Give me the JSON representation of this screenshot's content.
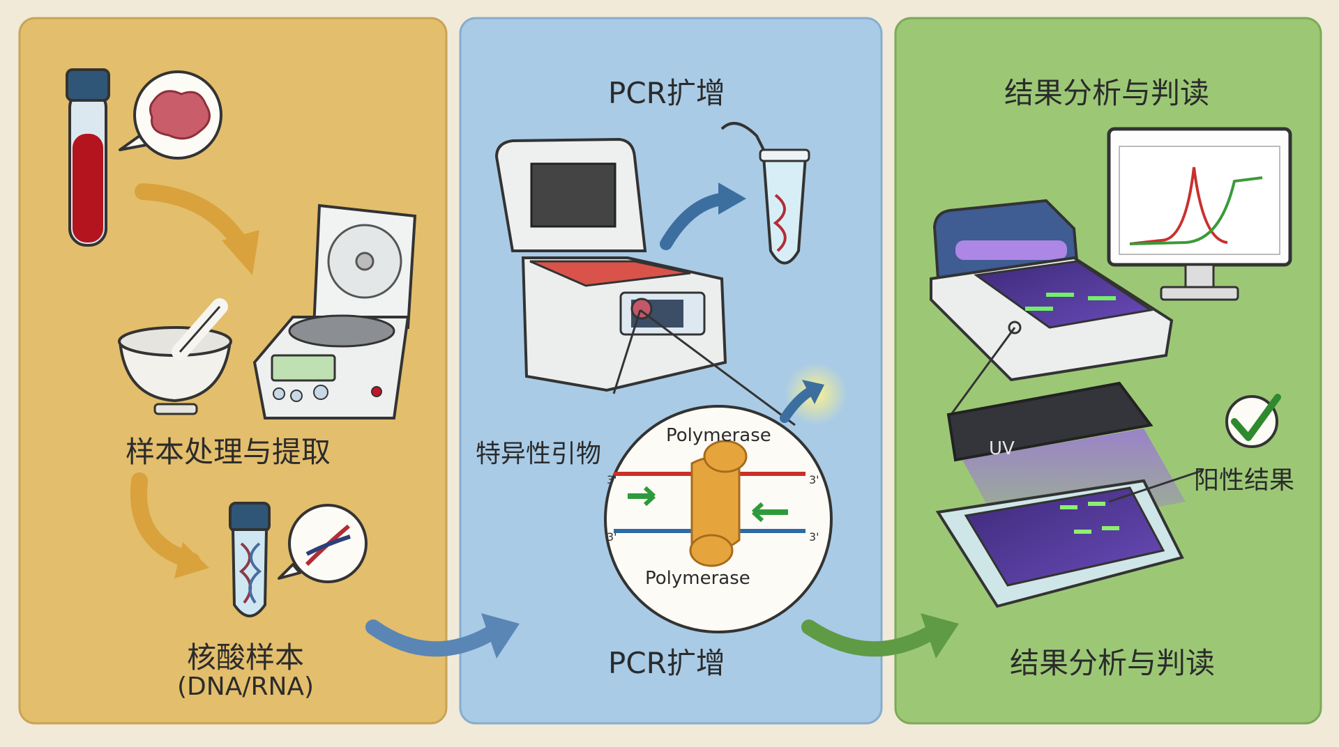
{
  "panels": {
    "sample": {
      "color": "#e3be6c",
      "label": "样本处理与提取",
      "nucleic_label": "核酸样本",
      "nucleic_sub": "(DNA/RNA)"
    },
    "pcr": {
      "color": "#a9cbe6",
      "title_top": "PCR扩增",
      "title_bottom": "PCR扩增",
      "primer_label": "特异性引物",
      "polymerase_top": "Polymerase",
      "polymerase_bottom": "Polymerase",
      "prime_marks": [
        "3'",
        "3'",
        "3'",
        "3'"
      ]
    },
    "result": {
      "color": "#9cc876",
      "title_top": "结果分析与判读",
      "title_bottom": "结果分析与判读",
      "uv_label": "UV",
      "positive_label": "阳性结果"
    }
  },
  "icons": [
    "blood-tube-icon",
    "tissue-bubble-icon",
    "mortar-pestle-icon",
    "centrifuge-icon",
    "nucleic-tube-icon",
    "dna-bubble-icon",
    "thermal-cycler-icon",
    "microtube-icon",
    "dna-zoom-icon",
    "glow-icon",
    "gel-imager-icon",
    "monitor-chart-icon",
    "uv-transilluminator-icon",
    "check-icon",
    "flow-arrow-icon"
  ]
}
